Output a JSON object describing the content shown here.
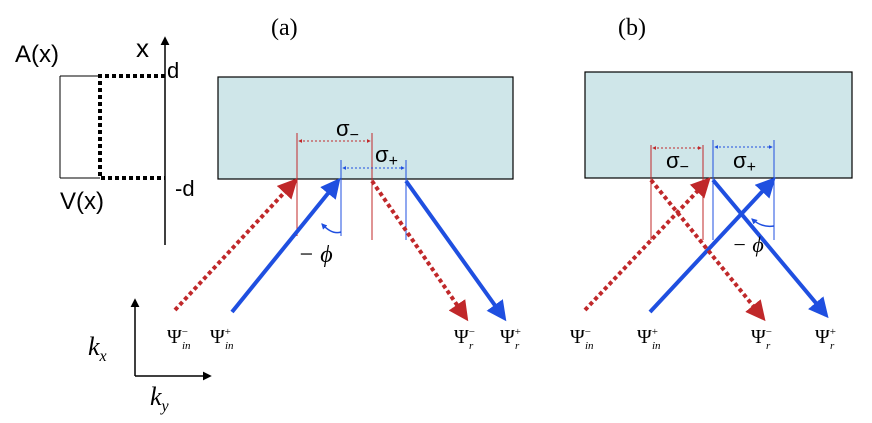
{
  "profile": {
    "axis_label": "x",
    "top_label": "A(x)",
    "bottom_label": "V(x)",
    "d_top": "d",
    "d_bottom": "-d"
  },
  "k_axes": {
    "kx_base": "k",
    "kx_sub": "x",
    "ky_base": "k",
    "ky_sub": "y"
  },
  "panel_a": {
    "label": "(a)",
    "sigma_minus": "σ",
    "sigma_minus_sub": "−",
    "sigma_plus": "σ",
    "sigma_plus_sub": "+",
    "angle": "− ϕ",
    "psi_in_minus": "Ψ",
    "psi_in_minus_sub": "in",
    "psi_in_minus_sup": "−",
    "psi_in_plus": "Ψ",
    "psi_in_plus_sub": "in",
    "psi_in_plus_sup": "+",
    "psi_r_minus": "Ψ",
    "psi_r_minus_sub": "r",
    "psi_r_minus_sup": "−",
    "psi_r_plus": "Ψ",
    "psi_r_plus_sub": "r",
    "psi_r_plus_sup": "+"
  },
  "panel_b": {
    "label": "(b)",
    "sigma_minus": "σ",
    "sigma_minus_sub": "−",
    "sigma_plus": "σ",
    "sigma_plus_sub": "+",
    "angle": "− ϕ",
    "psi_in_minus": "Ψ",
    "psi_in_minus_sub": "in",
    "psi_in_minus_sup": "−",
    "psi_in_plus": "Ψ",
    "psi_in_plus_sub": "in",
    "psi_in_plus_sup": "+",
    "psi_r_minus": "Ψ",
    "psi_r_minus_sub": "r",
    "psi_r_minus_sup": "−",
    "psi_r_plus": "Ψ",
    "psi_r_plus_sub": "r",
    "psi_r_plus_sup": "+"
  },
  "colors": {
    "slab_fill": "#cfe6e9",
    "red_beam": "#c0282a",
    "blue_beam": "#1f4fe0",
    "black": "#000000"
  }
}
